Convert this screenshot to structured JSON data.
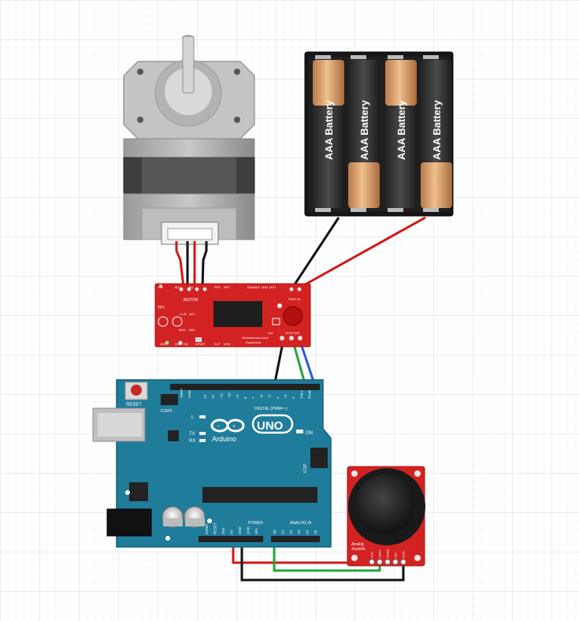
{
  "batteries": {
    "cells": [
      {
        "label": "AAA Battery",
        "orientation": "down"
      },
      {
        "label": "AAA Battery",
        "orientation": "up"
      },
      {
        "label": "AAA Battery",
        "orientation": "down"
      },
      {
        "label": "AAA Battery",
        "orientation": "up"
      }
    ]
  },
  "driver": {
    "top_labels": [
      "+5V",
      "M2",
      "M1",
      "PFD",
      "RST",
      "ENABLE",
      "MS2",
      "MS1",
      "PWR",
      "IN"
    ],
    "motor_label": "MOTOR",
    "tp_label": "TP1",
    "cur_label": "CUR",
    "adj_label": "ADJ",
    "max_label": "MAX",
    "min_label": "MIN",
    "credit_line1": "Schmalzhaus.com/",
    "credit_line2": "EasyDriver",
    "version": "v44",
    "step_dir": "STEP DIR",
    "bottom_labels": [
      "3/5V",
      "GND",
      "+5V",
      "APWR",
      "SLP",
      "MS3"
    ],
    "colors": {
      "board": "#d32222",
      "chip": "#1e1e1e"
    }
  },
  "arduino": {
    "reset_label": "RESET",
    "icsp2_label": "ICSP2",
    "icsp_label": "ICSP",
    "aref_label": "AREF",
    "gnd_label": "GND",
    "digital_pins": [
      "13",
      "12",
      "~11",
      "~10",
      "~9",
      "8",
      "7",
      "~6",
      "~5",
      "4",
      "~3",
      "2",
      "TX▸1",
      "RX◂0"
    ],
    "digital_label": "DIGITAL (PWM=~)",
    "l_label": "L",
    "tx_label": "TX",
    "rx_label": "RX",
    "brand": "Arduino",
    "model": "UNO",
    "on_label": "ON",
    "power_label": "POWER",
    "power_pins": [
      "IOREF",
      "RESET",
      "3V3",
      "5V",
      "GND",
      "GND",
      "VIN"
    ],
    "analog_label": "ANALOG IN",
    "analog_pins": [
      "A0",
      "A1",
      "A2",
      "A3",
      "A4",
      "A5"
    ],
    "colors": {
      "board": "#1f7c9a",
      "edge": "#14607a"
    }
  },
  "joystick": {
    "label_line1": "Analog",
    "label_line2": "Joystick",
    "pins": [
      "VCC",
      "VERT",
      "HORZ",
      "SEL",
      "GND"
    ],
    "colors": {
      "board": "#d32222"
    }
  },
  "wires": {
    "colors": {
      "red": "#d01818",
      "black": "#111111",
      "green": "#1fa83a",
      "blue": "#2a5bd7"
    }
  }
}
